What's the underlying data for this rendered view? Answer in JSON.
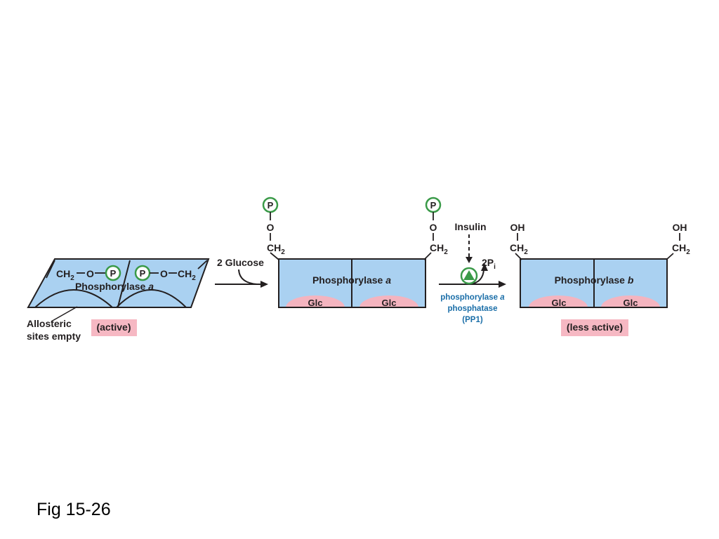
{
  "colors": {
    "enzyme_fill": "#aad1f1",
    "site_fill": "#f4b4bf",
    "label_bg": "#f6b8c3",
    "phosphate_ring": "#3a9a48",
    "enzyme_name": "#1a6ea8",
    "line": "#231f20"
  },
  "icons": {
    "phosphate": "circled-P",
    "phosphatase": "green-triangle-in-circle"
  },
  "left": {
    "ch2": "CH",
    "sub2": "2",
    "o": "O",
    "p": "P",
    "name": "Phosphorylase",
    "italic": "a",
    "allosteric_line1": "Allosteric",
    "allosteric_line2": "sites empty",
    "state": "(active)"
  },
  "arrow1": {
    "label": "2 Glucose"
  },
  "middle": {
    "p": "P",
    "o": "O",
    "ch2": "CH",
    "sub2": "2",
    "name": "Phosphorylase",
    "italic": "a",
    "glc": "Glc"
  },
  "arrow2": {
    "insulin": "Insulin",
    "pi": "2P",
    "pi_sub": "i",
    "enzyme_line1": "phosphorylase",
    "enzyme_italic": "a",
    "enzyme_line2": "phosphatase",
    "enzyme_line3": "(PP1)"
  },
  "right": {
    "oh": "OH",
    "ch2": "CH",
    "sub2": "2",
    "name": "Phosphorylase",
    "italic": "b",
    "glc": "Glc",
    "state": "(less active)"
  },
  "caption": "Fig 15-26"
}
